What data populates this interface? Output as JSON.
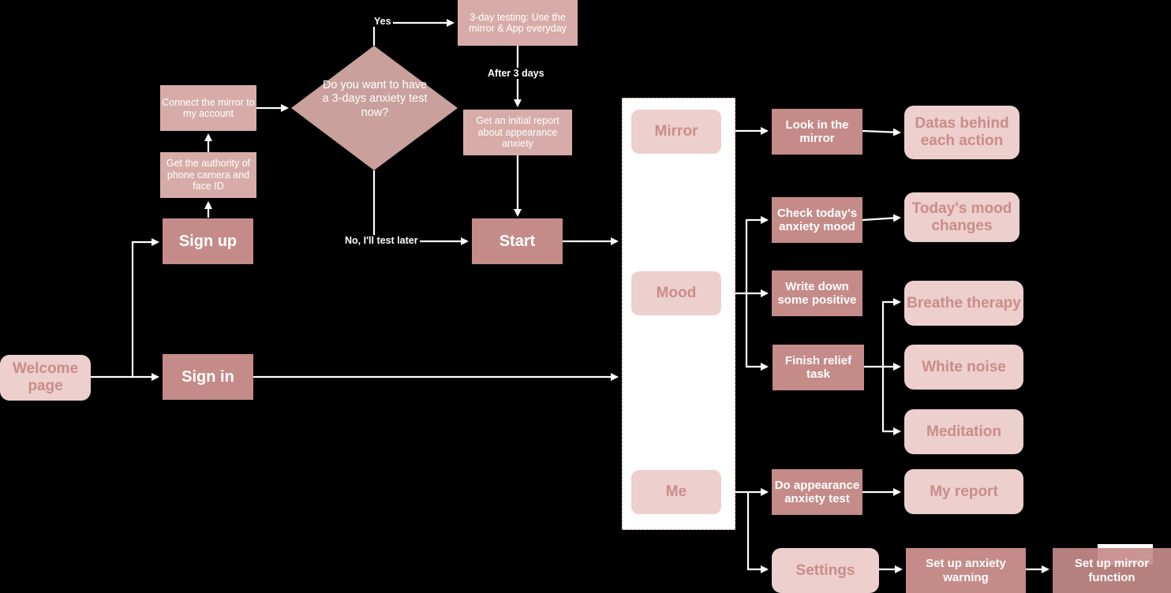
{
  "nodes": {
    "welcome": "Welcome page",
    "sign_up": "Sign up",
    "sign_in": "Sign in",
    "get_authority": "Get the authority of phone camera and face ID",
    "connect_mirror": "Connect the mirror to my account",
    "decision": "Do you want to have a 3-days anxiety test now?",
    "testing": "3-day testing: Use the mirror & App everyday",
    "initial_report": "Get an initial report about appearance anxiety",
    "start": "Start",
    "tab_mirror": "Mirror",
    "tab_mood": "Mood",
    "tab_me": "Me",
    "look_mirror": "Look in the mirror",
    "datas_behind": "Datas behind each action",
    "check_mood": "Check today's anxiety mood",
    "mood_changes": "Today's mood changes",
    "write_positive": "Write down some positive",
    "finish_relief": "Finish relief task",
    "breathe": "Breathe therapy",
    "white_noise": "White noise",
    "meditation": "Meditation",
    "do_test": "Do appearance anxiety test",
    "my_report": "My report",
    "settings": "Settings",
    "anxiety_warning": "Set up anxiety warning",
    "mirror_function": "Set up mirror function"
  },
  "edge_labels": {
    "yes": "Yes",
    "after_3_days": "After 3 days",
    "no_later": "No, I'll test later"
  },
  "colors": {
    "dark_node": "#c48b88",
    "light_node": "#edcfcd",
    "mid_node": "#d7aca8",
    "background": "#000000",
    "connector": "#ffffff"
  }
}
